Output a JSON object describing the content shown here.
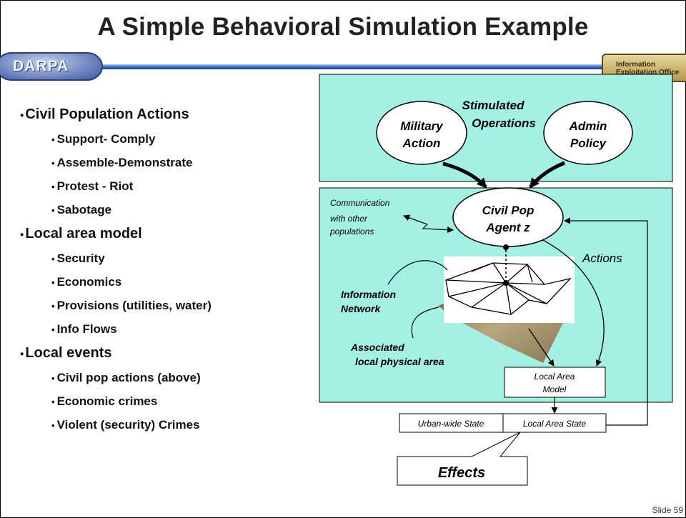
{
  "title": "A Simple Behavioral Simulation Example",
  "logos": {
    "left": "DARPA",
    "right": "Information Exploitation Office"
  },
  "bullets": [
    {
      "label": "Civil Population Actions",
      "items": [
        "Support- Comply",
        "Assemble-Demonstrate",
        "Protest - Riot",
        "Sabotage"
      ]
    },
    {
      "label": "Local area model",
      "items": [
        "Security",
        "Economics",
        "Provisions (utilities, water)",
        "Info Flows"
      ]
    },
    {
      "label": "Local events",
      "items": [
        "Civil pop actions (above)",
        "Economic crimes",
        "Violent (security) Crimes"
      ]
    }
  ],
  "diagram": {
    "stimulated_operations": [
      "Stimulated",
      "Operations"
    ],
    "military_action": [
      "Military",
      "Action"
    ],
    "admin_policy": [
      "Admin",
      "Policy"
    ],
    "civil_pop": [
      "Civil Pop",
      "Agent z"
    ],
    "communication": [
      "Communication",
      "with other",
      "populations"
    ],
    "actions": "Actions",
    "information_network": [
      "Information",
      "Network"
    ],
    "associated_area": [
      "Associated",
      "local physical area"
    ],
    "local_area_model": [
      "Local Area",
      "Model"
    ],
    "urban_wide_state": "Urban-wide State",
    "local_area_state": "Local Area State",
    "effects": "Effects"
  },
  "slide_number": "Slide 59",
  "colors": {
    "panel": "#a4f0e2",
    "header_bar": "#2d63c7",
    "text": "#111111"
  }
}
